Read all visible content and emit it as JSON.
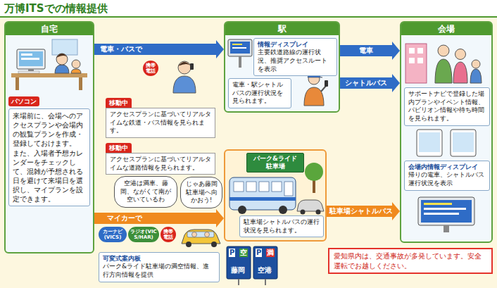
{
  "diagram": {
    "title": "万博ITSでの情報提供",
    "nodes": [
      {
        "text": [
          "自宅"
        ]
      },
      {
        "text": [
          "パソコン"
        ],
        "in": 0
      },
      {
        "text": [
          "来場前に、会場へのアクセスプランや会場内の観覧プランを作成・登録しておけます。",
          "また、入場者予想カレンダーをチェックして、混雑が予想される日を避けて来場日を選択し、マイプランを設定できます。"
        ],
        "in": 0
      },
      {
        "text": [
          "携帯電話"
        ]
      },
      {
        "text": [
          "移動中",
          "アクセスプランに基づいてリアルタイムな鉄道・バス情報を見られます。"
        ]
      },
      {
        "text": [
          "移動中",
          "アクセスプランに基づいてリアルタイムな道路情報を見られます。"
        ]
      },
      {
        "text": [
          "空港は満車、藤岡、ながくて南が空いているわ"
        ]
      },
      {
        "text": [
          "じゃあ藤岡駐車場へ向かおう!"
        ]
      },
      {
        "text": [
          "カーナビ(VICS)"
        ]
      },
      {
        "text": [
          "ラジオ(VICS/HAR)"
        ]
      },
      {
        "text": [
          "携帯電話"
        ]
      },
      {
        "text": [
          "可変式案内板",
          "パーク&ライド駐車場の満空情報、進行方向情報を提供"
        ]
      },
      {
        "text": [
          "駅"
        ]
      },
      {
        "text": [
          "情報ディスプレイ",
          "主要鉄道路線の運行状況、推奨アクセスルートを表示"
        ],
        "in": 12
      },
      {
        "text": [
          "電車・駅シャトルバスの運行状況を見られます。"
        ],
        "in": 12
      },
      {
        "text": [
          "パーク&ライド駐車場"
        ]
      },
      {
        "text": [
          "駐車場シャトルバスの運行状況を見られます。"
        ],
        "in": 15
      },
      {
        "text": [
          "会場"
        ]
      },
      {
        "text": [
          "サポートナビで登録した場内プランやイベント情報、パビリオン情報や待ち時間を見られます。"
        ],
        "in": 17
      },
      {
        "text": [
          "会場内情報ディスプレイ",
          "帰りの電車、シャトルバス運行状況を表示"
        ],
        "in": 17
      },
      {
        "text": [
          "愛知県内は、交通事故が多発しています。安全運転でお越しください。"
        ]
      }
    ],
    "edges": [
      {
        "from": 0,
        "to": 12,
        "label": "電車・バスで",
        "arrow": "to"
      },
      {
        "from": 12,
        "to": 17,
        "label": "電車",
        "arrow": "to"
      },
      {
        "from": 12,
        "to": 17,
        "label": "シャトルバス",
        "arrow": "to"
      },
      {
        "from": 0,
        "to": 15,
        "label": "マイカーで",
        "arrow": "to"
      },
      {
        "from": 15,
        "to": 17,
        "label": "駐車場シャトルバス",
        "arrow": "to"
      }
    ],
    "labels": [
      "P",
      "空",
      "藤岡",
      "P",
      "満",
      "空港"
    ]
  }
}
